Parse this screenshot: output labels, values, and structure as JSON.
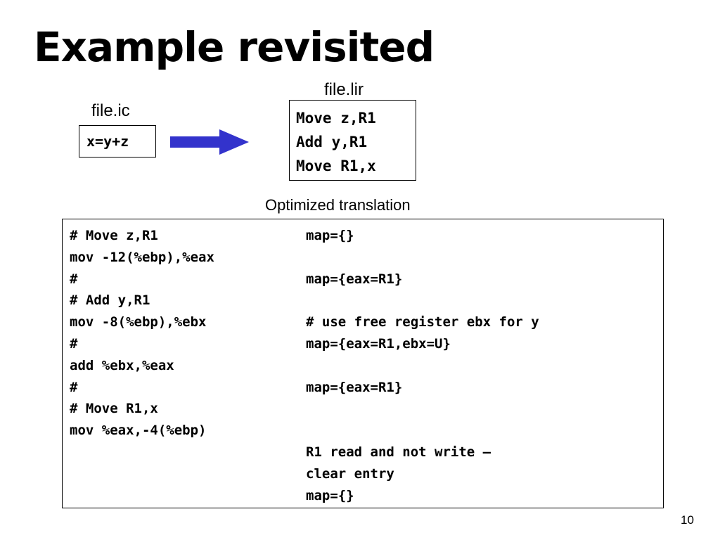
{
  "slide": {
    "title": "Example revisited",
    "page_number": "10"
  },
  "ic_file": {
    "label": "file.ic",
    "code": "x=y+z"
  },
  "lir_file": {
    "label": "file.lir",
    "lines": [
      "Move z,R1",
      "Add y,R1",
      "Move R1,x"
    ]
  },
  "arrow": {
    "icon": "right-arrow-icon",
    "color": "#3333cc"
  },
  "optimized": {
    "caption": "Optimized translation",
    "rows": [
      {
        "left": "# Move z,R1",
        "right": "map={}"
      },
      {
        "left": "mov -12(%ebp),%eax",
        "right": ""
      },
      {
        "left": "#",
        "right": "map={eax=R1}"
      },
      {
        "left": "# Add y,R1",
        "right": ""
      },
      {
        "left": "mov -8(%ebp),%ebx",
        "right": "# use free register ebx for y"
      },
      {
        "left": "#",
        "right": "map={eax=R1,ebx=U}"
      },
      {
        "left": "add %ebx,%eax",
        "right": ""
      },
      {
        "left": "#",
        "right": "map={eax=R1}"
      },
      {
        "left": "# Move R1,x",
        "right": ""
      },
      {
        "left": "mov %eax,-4(%ebp)",
        "right": ""
      },
      {
        "left": "",
        "right": "R1 read and not write –"
      },
      {
        "left": "",
        "right": "clear entry"
      },
      {
        "left": "",
        "right": "map={}"
      }
    ]
  }
}
